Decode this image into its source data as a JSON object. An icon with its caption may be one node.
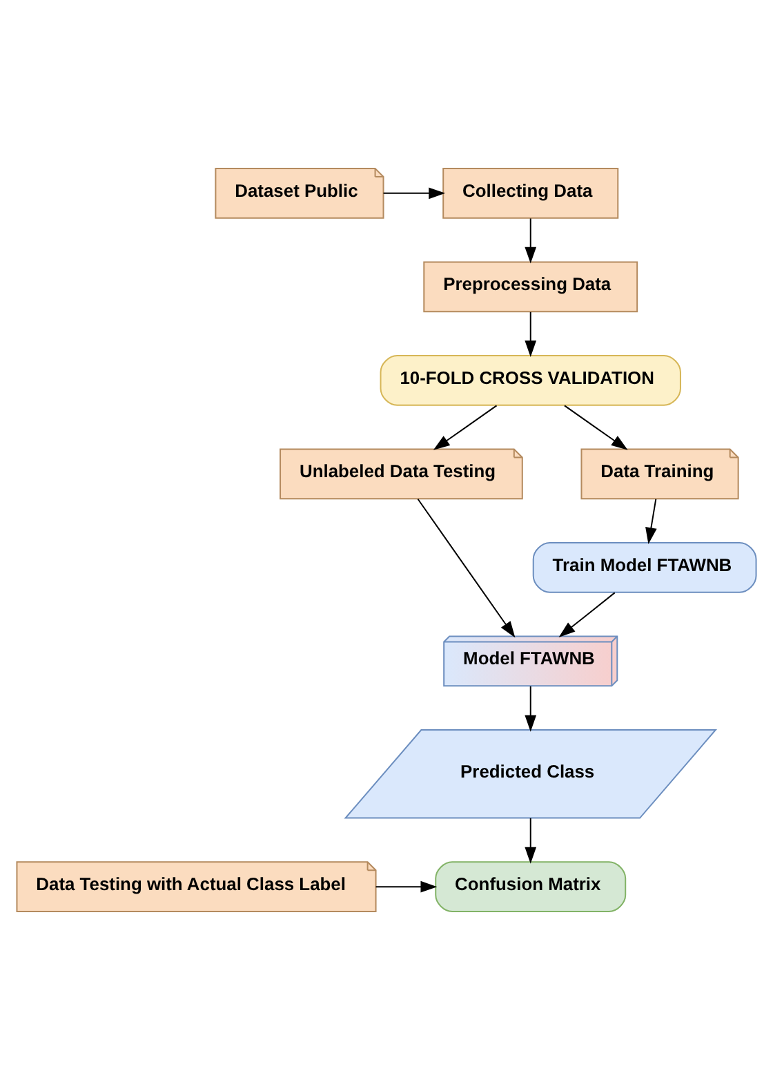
{
  "diagram": {
    "nodes": [
      {
        "text": [
          "Dataset Public"
        ]
      },
      {
        "text": [
          "Collecting Data"
        ]
      },
      {
        "text": [
          "Preprocessing Data"
        ]
      },
      {
        "text": [
          "10-FOLD CROSS VALIDATION"
        ]
      },
      {
        "text": [
          "Unlabeled Data Testing"
        ]
      },
      {
        "text": [
          "Data Training"
        ]
      },
      {
        "text": [
          "Train Model FTAWNB"
        ]
      },
      {
        "text": [
          "Model FTAWNB"
        ]
      },
      {
        "text": [
          "Predicted Class"
        ]
      },
      {
        "text": [
          "Data Testing with Actual Class Label"
        ]
      },
      {
        "text": [
          "Confusion Matrix"
        ]
      }
    ],
    "edges": [
      {
        "from": 0,
        "to": 1,
        "arrow": "to"
      },
      {
        "from": 1,
        "to": 2,
        "arrow": "to"
      },
      {
        "from": 2,
        "to": 3,
        "arrow": "to"
      },
      {
        "from": 3,
        "to": 4,
        "arrow": "to"
      },
      {
        "from": 3,
        "to": 5,
        "arrow": "to"
      },
      {
        "from": 5,
        "to": 6,
        "arrow": "to"
      },
      {
        "from": 6,
        "to": 7,
        "arrow": "to"
      },
      {
        "from": 4,
        "to": 7,
        "arrow": "to"
      },
      {
        "from": 7,
        "to": 8,
        "arrow": "to"
      },
      {
        "from": 8,
        "to": 10,
        "arrow": "to"
      },
      {
        "from": 9,
        "to": 10,
        "arrow": "to"
      }
    ]
  }
}
